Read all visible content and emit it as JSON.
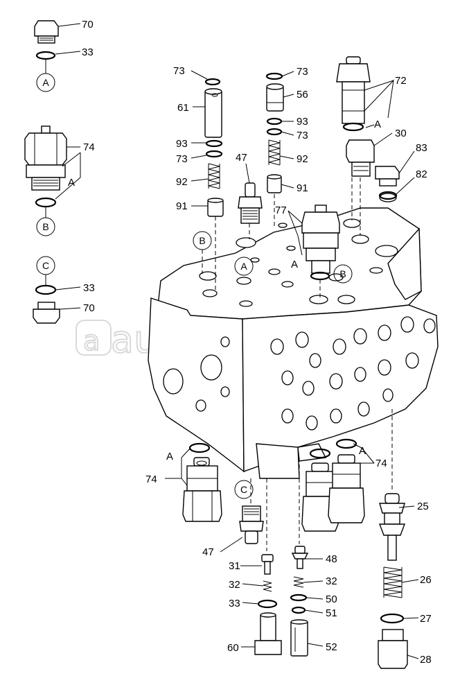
{
  "watermark": "autopiter.ru",
  "part_labels": {
    "p70a": "70",
    "p33a": "33",
    "p74a": "74",
    "p73a": "73",
    "p61": "61",
    "p93a": "93",
    "p73b": "73",
    "p92a": "92",
    "p91a": "91",
    "p47a": "47",
    "p73c": "73",
    "p56": "56",
    "p93b": "93",
    "p73d": "73",
    "p92b": "92",
    "p91b": "91",
    "p77": "77",
    "p72": "72",
    "p30": "30",
    "p83": "83",
    "p82": "82",
    "p33b": "33",
    "p70b": "70",
    "p74b": "74",
    "p74c": "74",
    "p47b": "47",
    "p31": "31",
    "p32a": "32",
    "p33c": "33",
    "p60": "60",
    "p48": "48",
    "p32b": "32",
    "p50": "50",
    "p51": "51",
    "p52": "52",
    "p25": "25",
    "p26": "26",
    "p27": "27",
    "p28": "28"
  },
  "ref_markers": {
    "a1": "A",
    "b1": "B",
    "c1": "C",
    "b2": "B",
    "a2": "A",
    "b3": "B",
    "c2": "C"
  },
  "ref_letters": {
    "a_74": "A",
    "a_72": "A",
    "a_77": "A",
    "a_74b": "A",
    "a_74c": "A"
  }
}
